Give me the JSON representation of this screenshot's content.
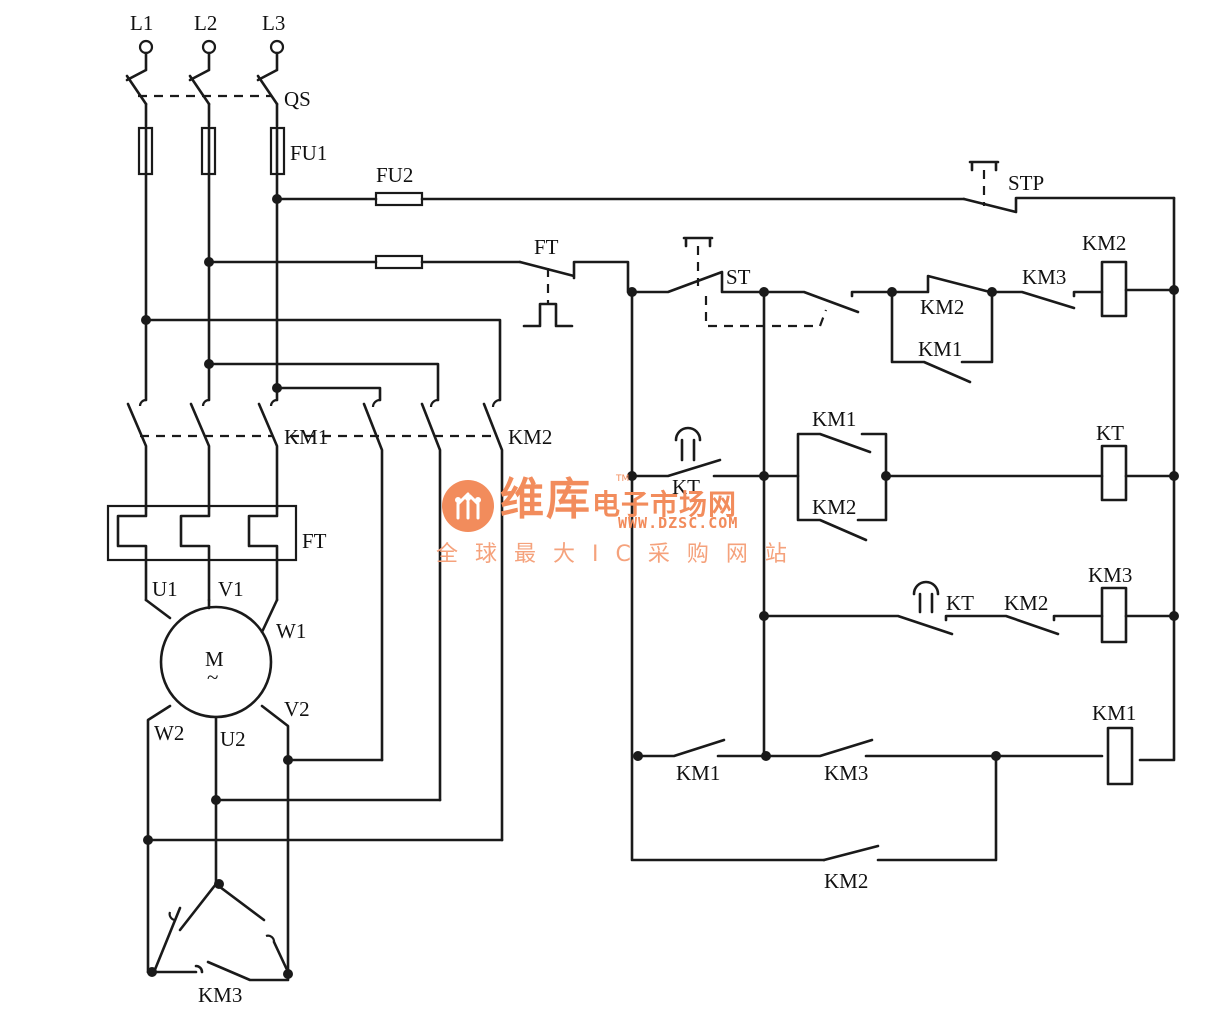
{
  "phases": [
    "L1",
    "L2",
    "L3"
  ],
  "labels": {
    "qs": "QS",
    "fu1": "FU1",
    "fu2": "FU2",
    "ft_switch": "FT",
    "ft_relay": "FT",
    "stp": "STP",
    "st": "ST",
    "km1_main": "KM1",
    "km2_main": "KM2",
    "km3_star": "KM3",
    "motor": "M",
    "motor_ac": "~",
    "u1": "U1",
    "v1": "V1",
    "w1": "W1",
    "w2": "W2",
    "u2": "U2",
    "v2": "V2"
  },
  "control": {
    "row1": {
      "km2_contact": "KM2",
      "km1_contact": "KM1",
      "km3_contact": "KM3",
      "coil": "KM2"
    },
    "row2": {
      "kt_contact": "KT",
      "km1_contact": "KM1",
      "km2_contact": "KM2",
      "coil": "KT"
    },
    "row3": {
      "kt_contact": "KT",
      "km2_contact": "KM2",
      "coil": "KM3"
    },
    "row4": {
      "km1_contact": "KM1",
      "km3_contact": "KM3",
      "km2_contact": "KM2",
      "coil": "KM1"
    }
  },
  "watermark": {
    "brand": "维库",
    "title": "电子市场网",
    "tm": "TM",
    "url": "WWW.DZSC.COM",
    "slogan": "全球最大IC采购网站"
  },
  "colors": {
    "line": "#1a1a1a",
    "watermark": "#f28c5c"
  }
}
